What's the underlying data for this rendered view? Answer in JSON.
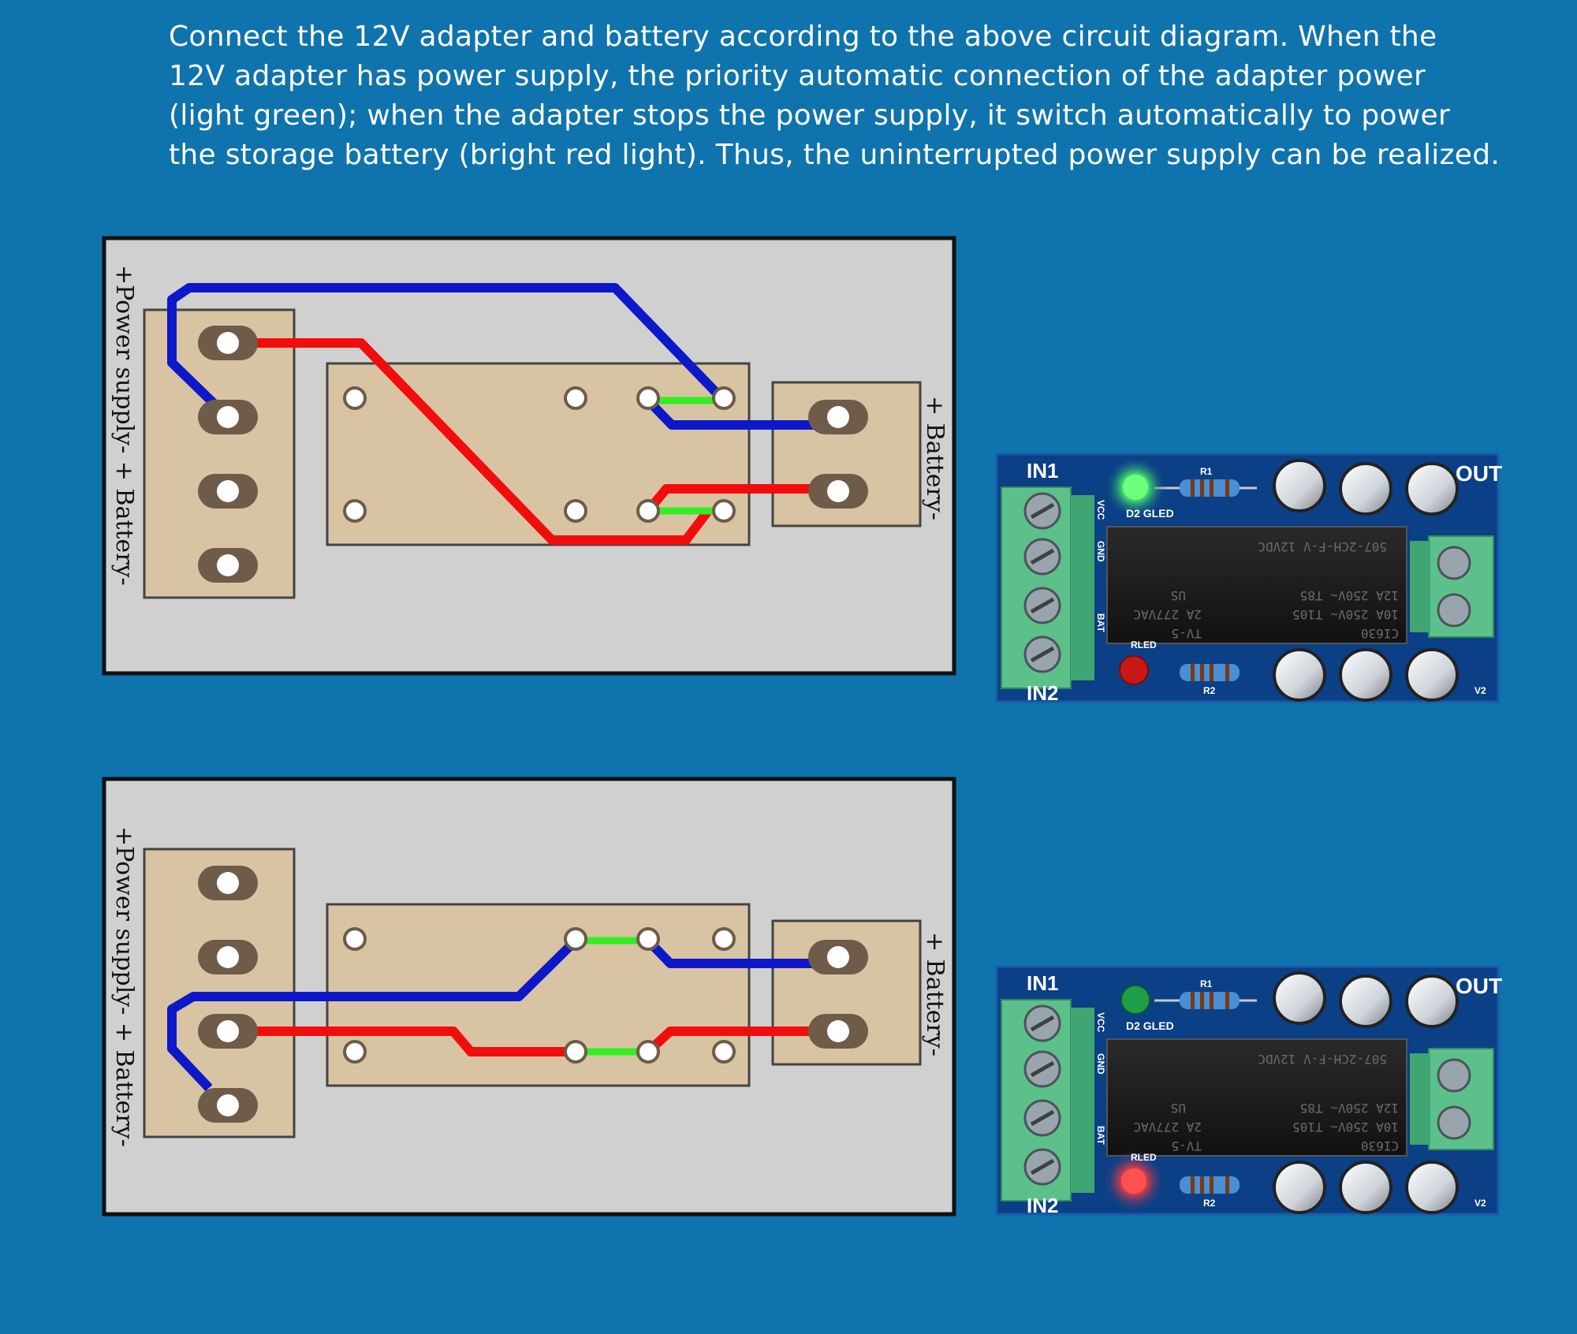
{
  "intro": {
    "lines": [
      "Connect the 12V adapter and battery according to the above circuit diagram. When the",
      "12V adapter has power supply, the priority automatic connection of the adapter power",
      "(light green); when the adapter stops the power supply, it switch automatically to power",
      "the storage battery (bright red light). Thus, the uninterrupted power supply can be realized."
    ]
  },
  "diagrams": [
    {
      "left_label": "+Power supply-  + Battery-",
      "right_label": "+ Battery-",
      "state": "adapter-powered"
    },
    {
      "left_label": "+Power supply-  + Battery-",
      "right_label": "+ Battery-",
      "state": "battery-powered"
    }
  ],
  "boards": [
    {
      "in1": "IN1",
      "in2": "IN2",
      "out": "OUT",
      "d2": "D2  GLED",
      "r1": "R1",
      "r2": "R2",
      "vcc": "VCC",
      "gnd": "GND",
      "bat": "BAT",
      "rled": "RLED",
      "v2": "V2",
      "relay_lines": [
        "CI630",
        "10A 250V~ T105",
        "12A 250V~ T85",
        "TV-5",
        "2A 277VAC",
        "US",
        "507-2CH-F-V 12VDC"
      ],
      "lit_led": "green"
    },
    {
      "in1": "IN1",
      "in2": "IN2",
      "out": "OUT",
      "d2": "D2  GLED",
      "r1": "R1",
      "r2": "R2",
      "vcc": "VCC",
      "gnd": "GND",
      "bat": "BAT",
      "rled": "RLED",
      "v2": "V2",
      "relay_lines": [
        "CI630",
        "10A 250V~ T105",
        "12A 250V~ T85",
        "TV-5",
        "2A 277VAC",
        "US",
        "507-2CH-F-V 12VDC"
      ],
      "lit_led": "red"
    }
  ],
  "colors": {
    "background": "#0f73ad",
    "panel": "#d0d0d0",
    "terminal_block": "#d8c4a3",
    "wire_positive": "#f20d0d",
    "wire_negative": "#0d18c8",
    "contact": "#33ee22",
    "pcb": "#0b3f86",
    "terminal": "#5cc08a"
  }
}
